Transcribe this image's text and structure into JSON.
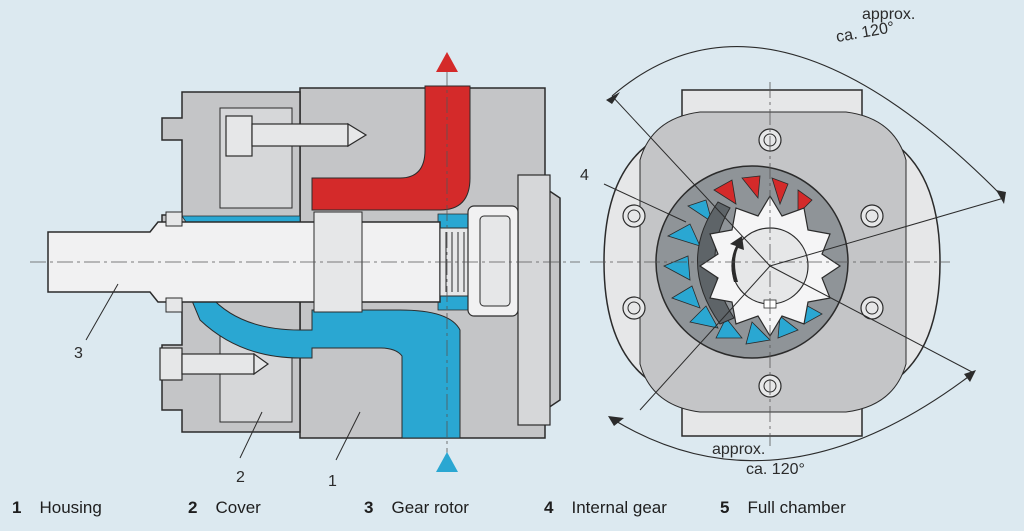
{
  "colors": {
    "background": "#dce9f0",
    "metal": "#c4c5c7",
    "metal_light": "#e6e7e8",
    "outline": "#2b2b2b",
    "pressure_red": "#d42a2a",
    "suction_blue": "#2aa7d2",
    "dark_gear": "#5e6468"
  },
  "icons": {
    "outlet": "red-triangle-arrow-up-icon",
    "inlet": "blue-triangle-arrow-up-icon",
    "rotation": "rotation-arrow-icon"
  },
  "annotations": {
    "top_approx": "approx.",
    "top_angle": "ca. 120°",
    "bottom_approx": "approx.",
    "bottom_angle": "ca. 120°"
  },
  "callouts": {
    "c3": "3",
    "c2": "2",
    "c1": "1",
    "c4": "4"
  },
  "legend": [
    {
      "number": "1",
      "label": "Housing"
    },
    {
      "number": "2",
      "label": "Cover"
    },
    {
      "number": "3",
      "label": "Gear rotor"
    },
    {
      "number": "4",
      "label": "Internal gear"
    },
    {
      "number": "5",
      "label": "Full chamber"
    }
  ]
}
